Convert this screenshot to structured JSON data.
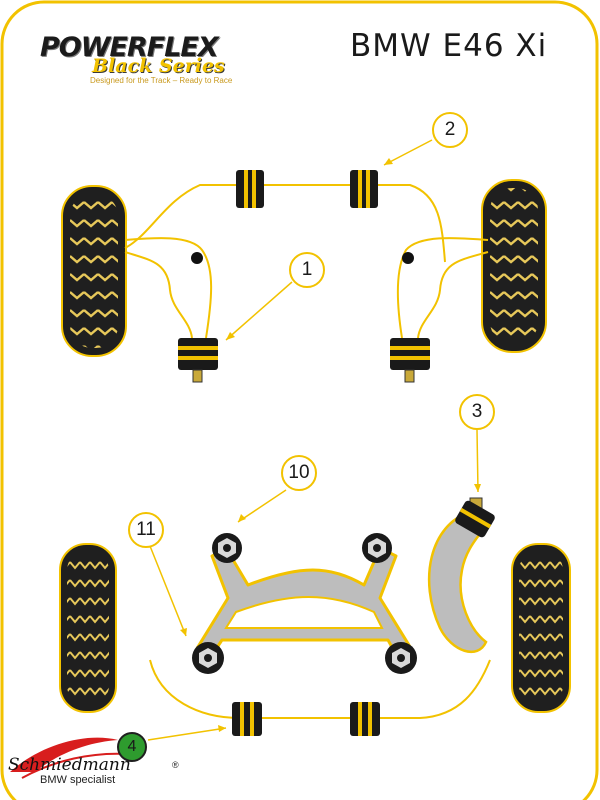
{
  "title": "BMW E46 Xi",
  "brand": {
    "name": "POWERFLEX",
    "series": "Black Series",
    "tagline": "Designed for the Track – Ready to Race"
  },
  "callouts": [
    "1",
    "2",
    "3",
    "10",
    "11",
    "4"
  ],
  "dealer": {
    "name": "Schmiedmann",
    "subtitle": "BMW specialist",
    "registered_mark": "®"
  },
  "colors": {
    "frame": "#f2c200",
    "bush": "#1a1a1a",
    "bush_band": "#f2c200",
    "subframe": "#bdbdbd",
    "tire": "#202020",
    "tread": "#e7c85a",
    "accent_green": "#2e9b2e",
    "accent_red": "#d81e1e"
  }
}
